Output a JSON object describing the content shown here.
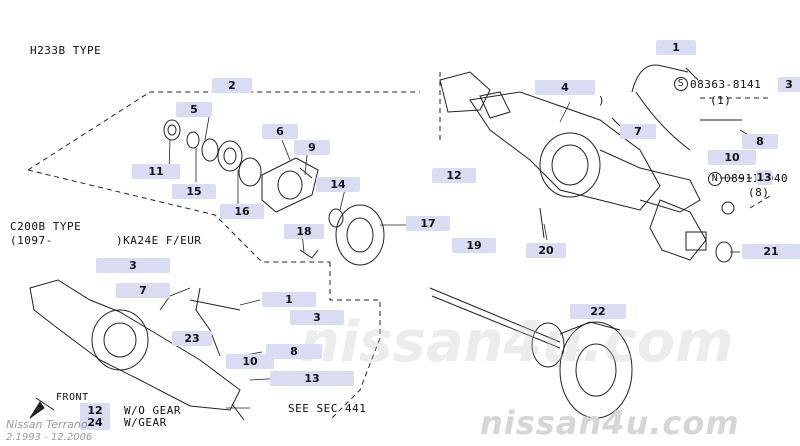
{
  "diagram": {
    "type_h233b": "H233B TYPE",
    "type_c200b": "C200B TYPE",
    "range_line": "(1097-",
    "model_line": ")KA24E F/EUR",
    "front_label": "FRONT",
    "wo_gear": "W/O GEAR",
    "w_gear": "W/GEAR",
    "see_sec": "SEE SEC 441",
    "bolt1_code": "08363-8141",
    "bolt1_qty": "(1)",
    "nut_code": "08911-940",
    "nut_qty": "(8)",
    "paren_close": ")",
    "s_marker": "S",
    "n_marker": "N"
  },
  "callouts": {
    "c1a": "1",
    "c2": "2",
    "c3": "3",
    "c4": "4",
    "c5": "5",
    "c6": "6",
    "c7": "7",
    "c8": "8",
    "c9": "9",
    "c10": "10",
    "c11": "11",
    "c12": "12",
    "c13": "13",
    "c14": "14",
    "c15": "15",
    "c16": "16",
    "c17": "17",
    "c18": "18",
    "c19": "19",
    "c20": "20",
    "c21": "21",
    "c22": "22",
    "b3a": "3",
    "b7": "7",
    "b1": "1",
    "b3b": "3",
    "b23": "23",
    "b8": "8",
    "b10": "10",
    "b13": "13",
    "b12": "12",
    "b24": "24"
  },
  "watermark": {
    "brand_small": "Nissan Terrano",
    "dates": "2.1993 - 12.2006",
    "site": "nissan4u.com",
    "site_mid": "nissan4u.com"
  }
}
